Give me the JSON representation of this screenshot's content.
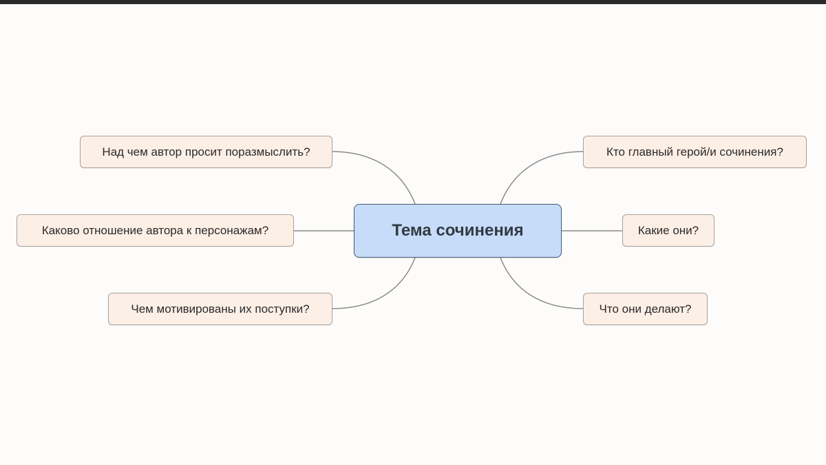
{
  "diagram": {
    "central_topic": "Тема сочинения",
    "branches_left": [
      {
        "label": "Над чем автор просит поразмыслить?"
      },
      {
        "label": "Каково отношение автора к персонажам?"
      },
      {
        "label": "Чем мотивированы их поступки?"
      }
    ],
    "branches_right": [
      {
        "label": "Кто главный герой/и сочинения?"
      },
      {
        "label": "Какие они?"
      },
      {
        "label": "Что они делают?"
      }
    ]
  },
  "colors": {
    "central_fill": "#c6dcf8",
    "central_border": "#4a5a76",
    "node_fill": "#fcefe6",
    "node_border": "#a9a19b",
    "connector": "#8a8a8a",
    "top_bar": "#2b2b2b"
  }
}
